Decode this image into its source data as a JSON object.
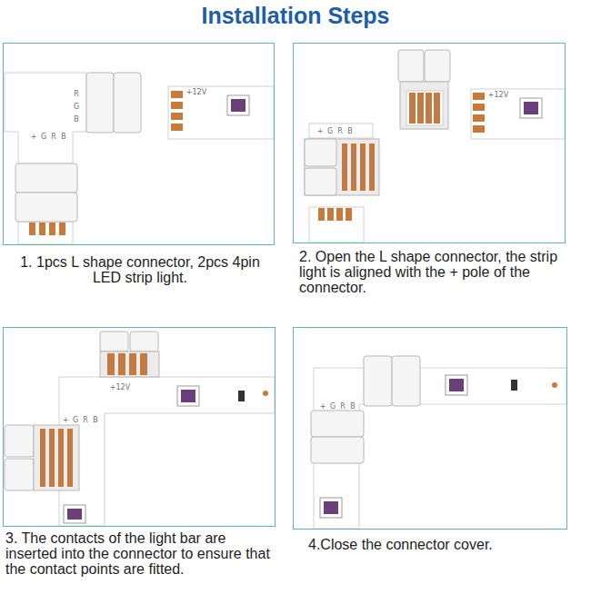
{
  "diagram": {
    "title": "Installation Steps",
    "nodes": [
      {
        "text": [
          "1. 1pcs L shape connector, 2pcs 4pin LED strip light."
        ]
      },
      {
        "text": [
          "2. Open the L shape connector, the strip light is aligned with the + pole of the connector."
        ]
      },
      {
        "text": [
          "3. The contacts of the light bar are inserted into the connector to ensure that the contact points are fitted."
        ]
      },
      {
        "text": [
          "4.Close the connector cover."
        ]
      }
    ],
    "labels": [
      "R",
      "G",
      "B",
      "+",
      "G",
      "R",
      "B",
      "+12V",
      "+12V",
      "+",
      "G",
      "R",
      "B",
      "+12V",
      "+",
      "G",
      "R",
      "B",
      "+",
      "G",
      "R",
      "B"
    ]
  }
}
